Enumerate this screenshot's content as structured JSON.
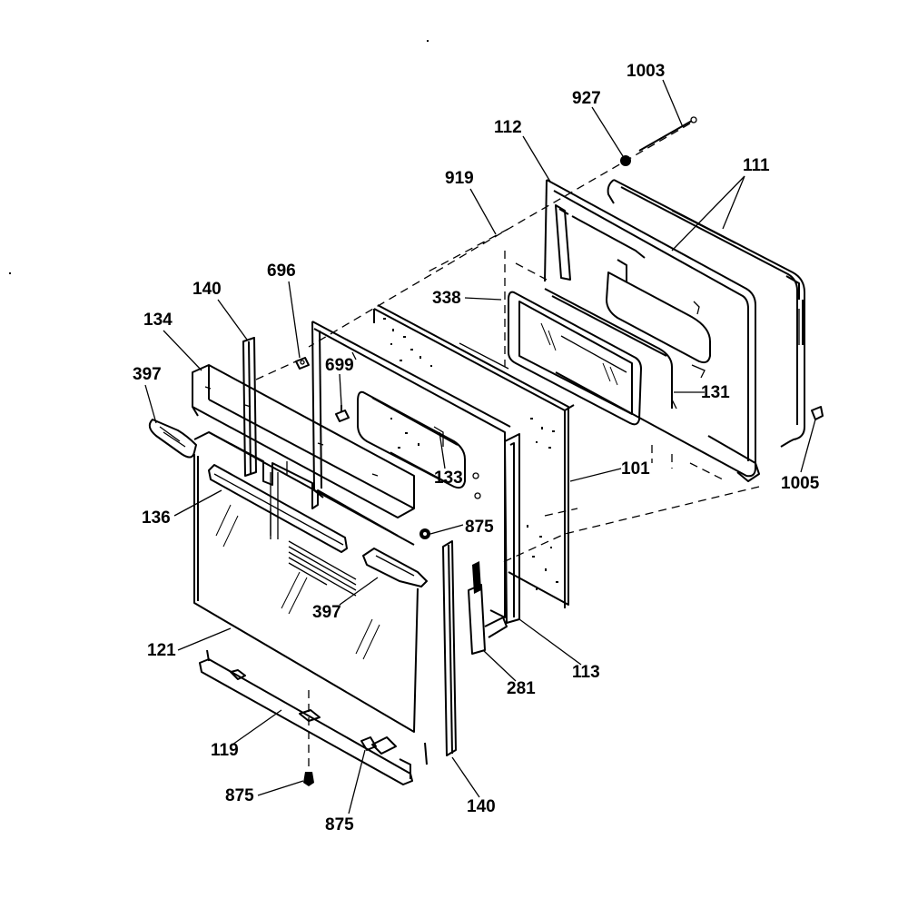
{
  "diagram": {
    "callouts": [
      {
        "id": "c1003",
        "text": "1003"
      },
      {
        "id": "c927",
        "text": "927"
      },
      {
        "id": "c112",
        "text": "112"
      },
      {
        "id": "c111",
        "text": "111"
      },
      {
        "id": "c919",
        "text": "919"
      },
      {
        "id": "c696",
        "text": "696"
      },
      {
        "id": "c140a",
        "text": "140"
      },
      {
        "id": "c134",
        "text": "134"
      },
      {
        "id": "c338",
        "text": "338"
      },
      {
        "id": "c699",
        "text": "699"
      },
      {
        "id": "c397a",
        "text": "397"
      },
      {
        "id": "c131",
        "text": "131"
      },
      {
        "id": "c133",
        "text": "133"
      },
      {
        "id": "c101",
        "text": "101"
      },
      {
        "id": "c1005",
        "text": "1005"
      },
      {
        "id": "c136",
        "text": "136"
      },
      {
        "id": "c875a",
        "text": "875"
      },
      {
        "id": "c397b",
        "text": "397"
      },
      {
        "id": "c121",
        "text": "121"
      },
      {
        "id": "c113",
        "text": "113"
      },
      {
        "id": "c281",
        "text": "281"
      },
      {
        "id": "c119",
        "text": "119"
      },
      {
        "id": "c875b",
        "text": "875"
      },
      {
        "id": "c875c",
        "text": "875"
      },
      {
        "id": "c140b",
        "text": "140"
      }
    ]
  }
}
